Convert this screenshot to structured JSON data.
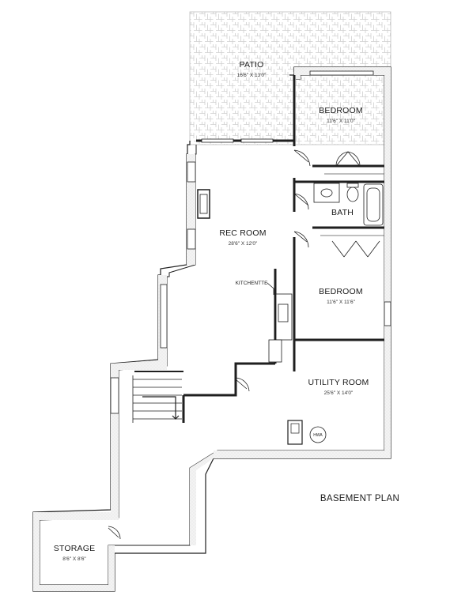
{
  "plan": {
    "title": "BASEMENT PLAN",
    "rooms": {
      "patio": {
        "name": "PATIO",
        "dims": "16'6\" X 13'0\""
      },
      "bedroom_upper": {
        "name": "BEDROOM",
        "dims": "11'6\" X 11'0\""
      },
      "bath": {
        "name": "BATH"
      },
      "rec_room": {
        "name": "REC ROOM",
        "dims": "28'6\" X 12'0\""
      },
      "kitchenette": {
        "name": "KITCHENTTE"
      },
      "bedroom_lower": {
        "name": "BEDROOM",
        "dims": "11'6\" X 11'6\""
      },
      "utility_room": {
        "name": "UTILITY ROOM",
        "dims": "25'6\" X 14'0\""
      },
      "storage": {
        "name": "STORAGE",
        "dims": "8'6\" X 8'6\""
      }
    },
    "fixtures": {
      "water_heater": "HWA"
    },
    "colors": {
      "wall": "#1f1f1f",
      "wall_fill": "#f1f1f1",
      "patio_pattern": "#d2d2d2",
      "background": "#ffffff"
    }
  }
}
